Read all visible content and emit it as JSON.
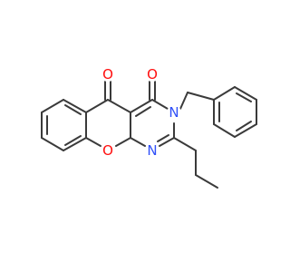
{
  "atoms": {
    "o_ketone": {
      "label": "O",
      "color": "#ff0d0d"
    },
    "o_amide": {
      "label": "O",
      "color": "#ff0d0d"
    },
    "o_ring": {
      "label": "O",
      "color": "#ff0d0d"
    },
    "n_ring": {
      "label": "N",
      "color": "#3050f8"
    },
    "n_benzyl": {
      "label": "N",
      "color": "#3050f8"
    }
  },
  "bond_color": "#3a3a3a"
}
